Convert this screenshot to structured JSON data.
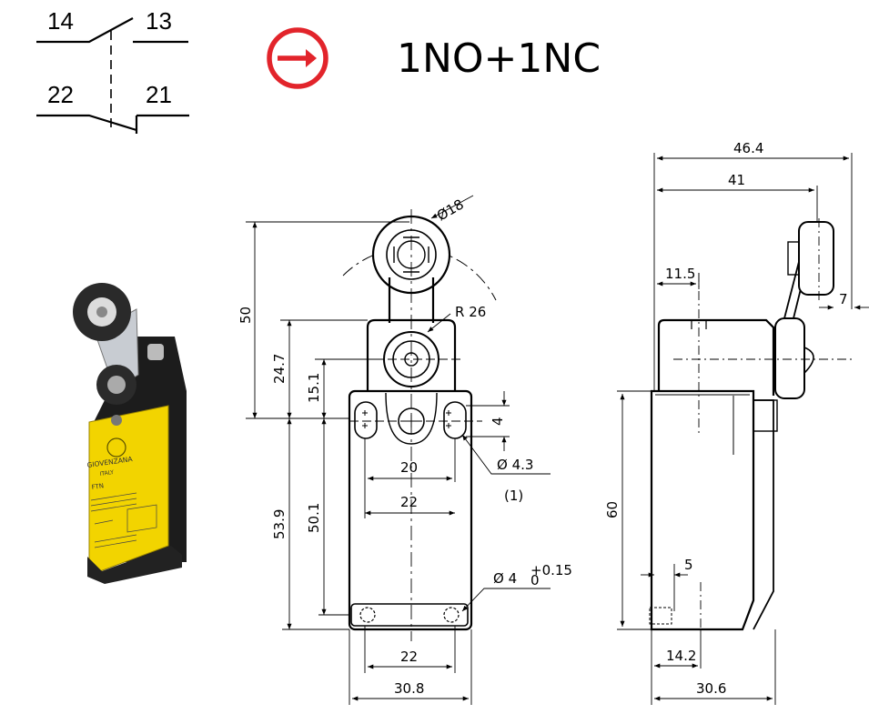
{
  "contact_diagram": {
    "terminal_14": "14",
    "terminal_13": "13",
    "terminal_22": "22",
    "terminal_21": "21"
  },
  "direct_opening_symbol": {
    "icon": "direct-opening-arrow-icon",
    "color": "#e2242b"
  },
  "contact_config": "1NO+1NC",
  "product_photo": {
    "brand": "GIOVENZANA",
    "origin": "ITALY",
    "model": "FTN",
    "body_color": "#f2d400"
  },
  "front_view": {
    "roller_diameter": "Ø18",
    "radius": "R 26",
    "height_total": "50",
    "height_upper": "24.7",
    "height_pivot": "15.1",
    "slot_height": "4",
    "hole_diameter": "Ø 4.3",
    "note": "(1)",
    "hole_spacing_inner": "20",
    "hole_spacing_outer": "22",
    "height_body": "53.9",
    "height_body_holes": "50.1",
    "bottom_hole": "Ø 4",
    "bottom_hole_tol_upper": "+0.15",
    "bottom_hole_tol_lower": "0",
    "bottom_spacing": "22",
    "width": "30.8"
  },
  "side_view": {
    "width_total": "46.4",
    "width_to_roller": "41",
    "offset_top": "11.5",
    "roller_width": "7",
    "height": "60",
    "hole_offset": "5",
    "hole_position": "14.2",
    "depth": "30.6"
  }
}
